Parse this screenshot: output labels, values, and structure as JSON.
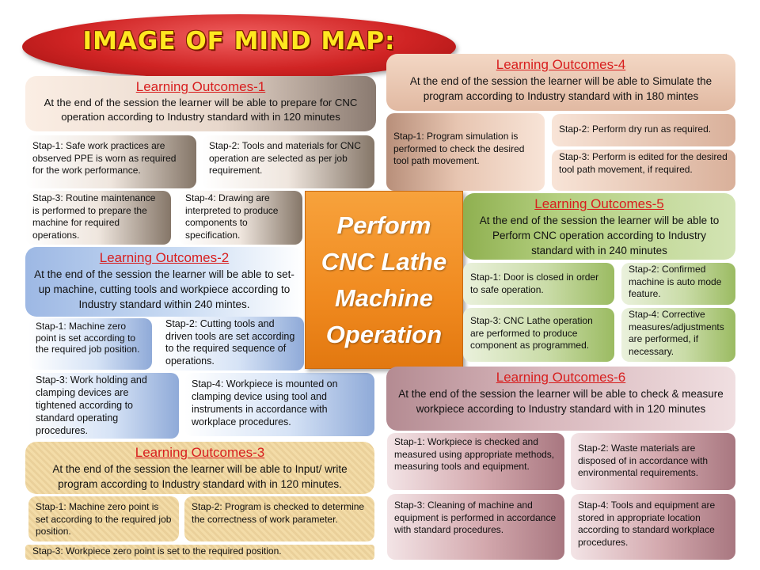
{
  "title": "IMAGE OF MIND MAP:",
  "center": [
    "Perform",
    "CNC Lathe",
    "Machine",
    "Operation"
  ],
  "lo1": {
    "title": "Learning Outcomes-1",
    "text": "At the end of the session the learner will be able to prepare for CNC operation according to Industry standard with in 120 minutes",
    "steps": [
      "Stap-1: Safe work practices are observed PPE is worn as required for the work performance.",
      "Stap-2: Tools and materials for CNC operation are selected as per job requirement.",
      "Stap-3: Routine maintenance is performed to prepare the machine for required operations.",
      "Stap-4: Drawing are interpreted to produce components to specification."
    ]
  },
  "lo2": {
    "title": "Learning Outcomes-2",
    "text": "At the end of the session the learner will be able to set-up machine, cutting tools and workpiece according to Industry standard within 240 mintes.",
    "steps": [
      "Stap-1: Machine zero point is set according to the required job position.",
      "Stap-2: Cutting tools and driven tools are set according to the required sequence of operations.",
      "Stap-3: Work holding and clamping devices are tightened according to standard operating procedures.",
      "Stap-4: Workpiece is mounted on clamping device using tool and instruments in accordance with workplace procedures."
    ]
  },
  "lo3": {
    "title": "Learning Outcomes-3",
    "text": "At the end of the session the learner will be able to Input/ write program according to Industry standard with in 120 minutes.",
    "steps": [
      "Stap-1: Machine zero point is set according to the required job position.",
      "Stap-2: Program is checked to determine the correctness of work parameter.",
      "Stap-3: Workpiece zero point is set to the required position."
    ]
  },
  "lo4": {
    "title": "Learning Outcomes-4",
    "text": "At the end of the session the learner will be able to Simulate the program according to Industry standard with in 180 mintes",
    "steps": [
      "Stap-1: Program simulation is performed to check the desired tool path movement.",
      "Stap-2: Perform dry run as required.",
      "Stap-3: Perform is edited for the desired tool path movement, if required."
    ]
  },
  "lo5": {
    "title": "Learning Outcomes-5",
    "text": "At the end of the session the learner will be able to Perform  CNC operation  according to Industry standard with in 240 minutes",
    "steps": [
      "Stap-1: Door is closed in order to safe operation.",
      "Stap-2: Confirmed machine is auto mode feature.",
      "Stap-3: CNC Lathe operation are performed to produce component  as programmed.",
      "Stap-4: Corrective measures/adjustments are performed, if necessary."
    ]
  },
  "lo6": {
    "title": "Learning Outcomes-6",
    "text": "At the end of the session the learner will be able to check & measure workpiece according to Industry standard with in 120 minutes",
    "steps": [
      "Stap-1: Workpiece is checked and measured using appropriate methods, measuring tools and equipment.",
      "Stap-2: Waste materials are disposed  of in accordance with environmental requirements.",
      "Stap-3: Cleaning of machine and equipment is performed  in accordance with standard procedures.",
      "Stap-4: Tools  and equipment are stored in appropriate location  according to standard workplace procedures."
    ]
  },
  "colors": {
    "title_fill": "#d02424",
    "title_text": "#ffe820",
    "center_fill": "#f08a1f",
    "heading_text": "#d81e1e"
  }
}
